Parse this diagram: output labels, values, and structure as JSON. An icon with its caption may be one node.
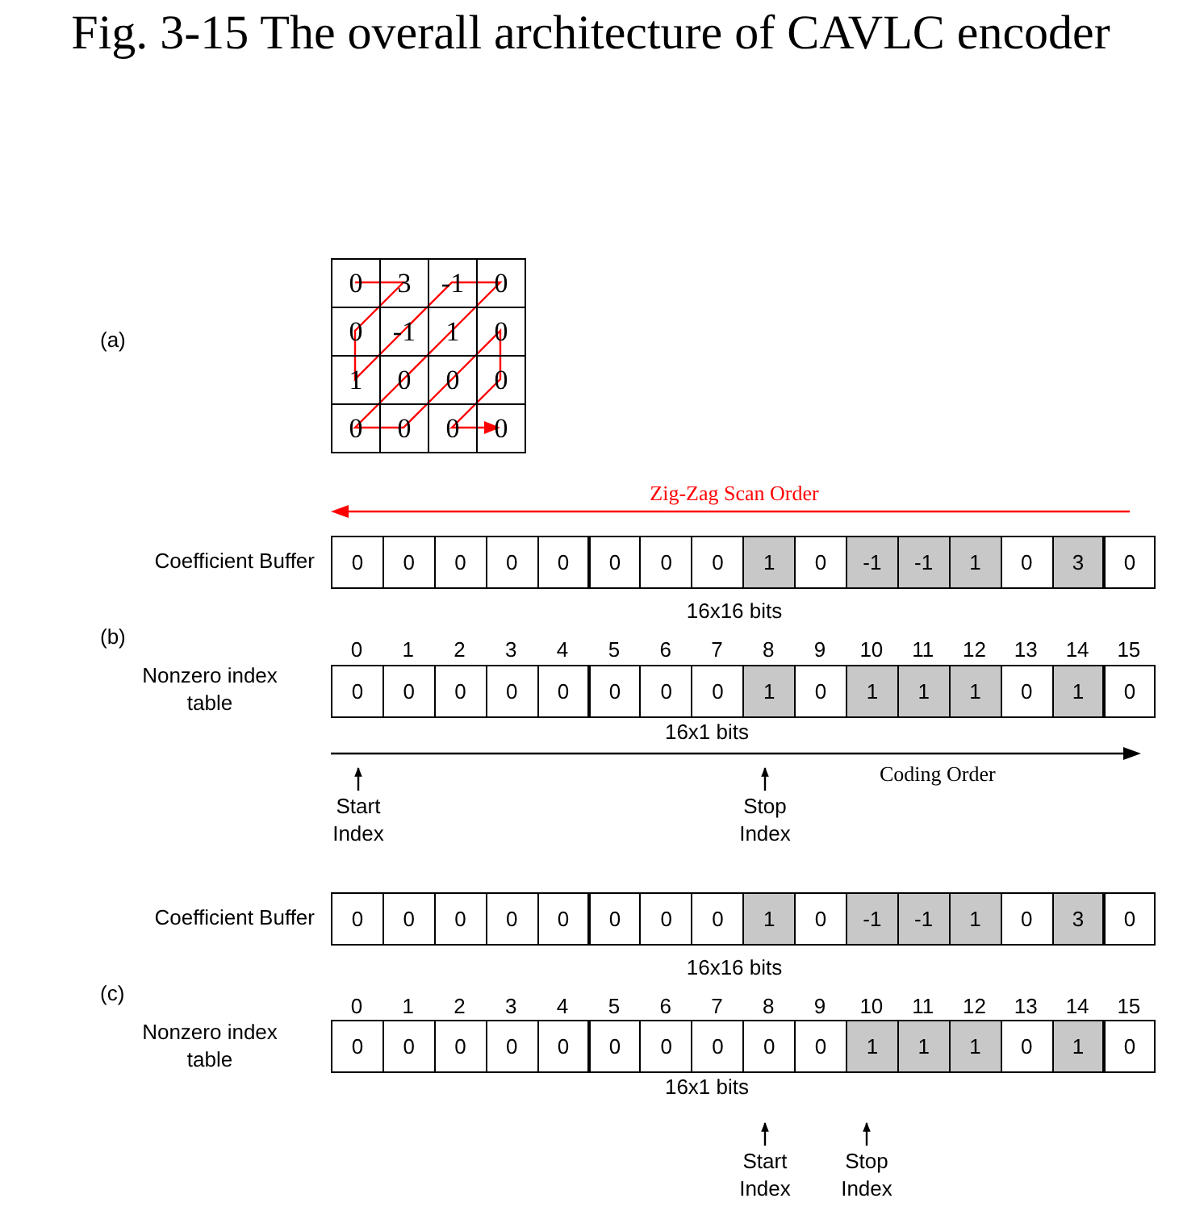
{
  "diagram": {
    "title": "Fig. 3-15 The overall architecture of CAVLC encoder",
    "nodes": [
      {
        "text": [
          "Start Index"
        ]
      },
      {
        "text": [
          "Stop Index"
        ]
      },
      {
        "text": [
          "Start Index"
        ]
      },
      {
        "text": [
          "Stop Index"
        ]
      }
    ],
    "edges": [
      {
        "from": 0,
        "to": null,
        "arrow": "to"
      },
      {
        "from": 1,
        "to": null,
        "arrow": "to"
      },
      {
        "from": 2,
        "to": null,
        "arrow": "to"
      },
      {
        "from": 3,
        "to": null,
        "arrow": "to"
      }
    ],
    "labels": [
      "(a)",
      "0",
      "3",
      "-1",
      "0",
      "0",
      "-1",
      "1",
      "0",
      "1",
      "0",
      "0",
      "0",
      "0",
      "0",
      "0",
      "0",
      "Zig-Zag Scan Order",
      "Coefficient Buffer",
      "0",
      "0",
      "0",
      "0",
      "0",
      "0",
      "0",
      "0",
      "1",
      "0",
      "-1",
      "-1",
      "1",
      "0",
      "3",
      "0",
      "16x16 bits",
      "(b)",
      "0",
      "1",
      "2",
      "3",
      "4",
      "5",
      "6",
      "7",
      "8",
      "9",
      "10",
      "11",
      "12",
      "13",
      "14",
      "15",
      "Nonzero index table",
      "0",
      "0",
      "0",
      "0",
      "0",
      "0",
      "0",
      "0",
      "1",
      "0",
      "1",
      "1",
      "1",
      "0",
      "1",
      "0",
      "16x1 bits",
      "Coding Order",
      "Coefficient Buffer",
      "0",
      "0",
      "0",
      "0",
      "0",
      "0",
      "0",
      "0",
      "1",
      "0",
      "-1",
      "-1",
      "1",
      "0",
      "3",
      "0",
      "16x16 bits",
      "(c)",
      "0",
      "1",
      "2",
      "3",
      "4",
      "5",
      "6",
      "7",
      "8",
      "9",
      "10",
      "11",
      "12",
      "13",
      "14",
      "15",
      "Nonzero index table",
      "0",
      "0",
      "0",
      "0",
      "0",
      "0",
      "0",
      "0",
      "0",
      "0",
      "1",
      "1",
      "1",
      "0",
      "1",
      "0",
      "16x1 bits"
    ]
  }
}
